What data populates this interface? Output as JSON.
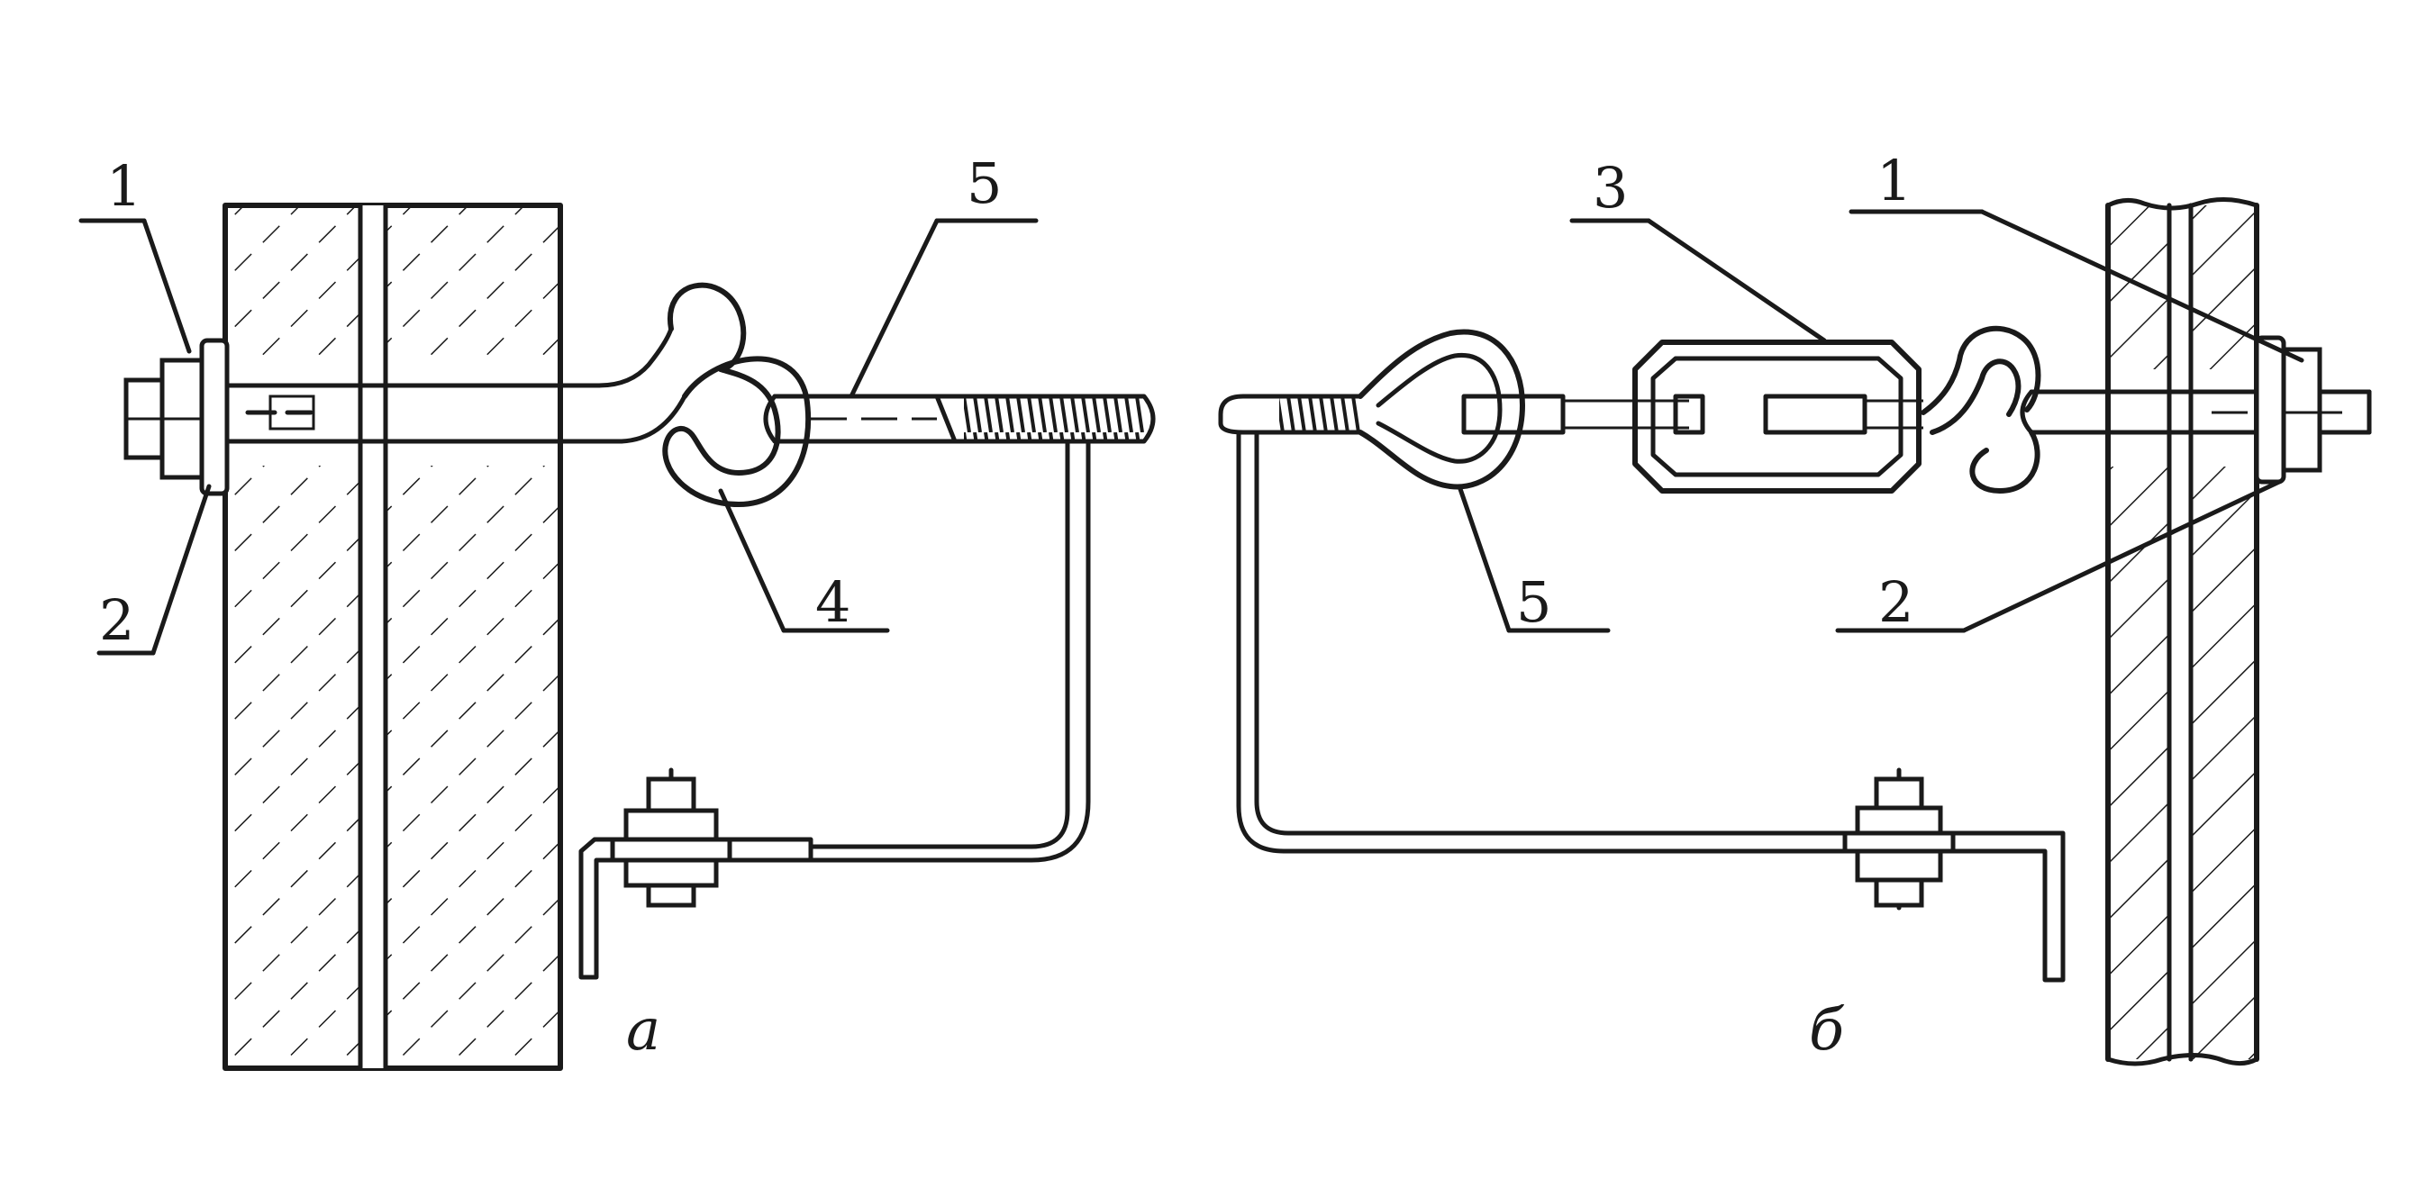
{
  "figure_a": {
    "caption": "а",
    "labels": {
      "nut": "1",
      "washer": "2",
      "hook": "4",
      "wire": "5"
    }
  },
  "figure_b": {
    "caption": "б",
    "labels": {
      "nut": "1",
      "washer": "2",
      "turnbuckle": "3",
      "thimble": "5"
    }
  },
  "colors": {
    "ink": "#1a1a1a",
    "background": "#ffffff"
  }
}
